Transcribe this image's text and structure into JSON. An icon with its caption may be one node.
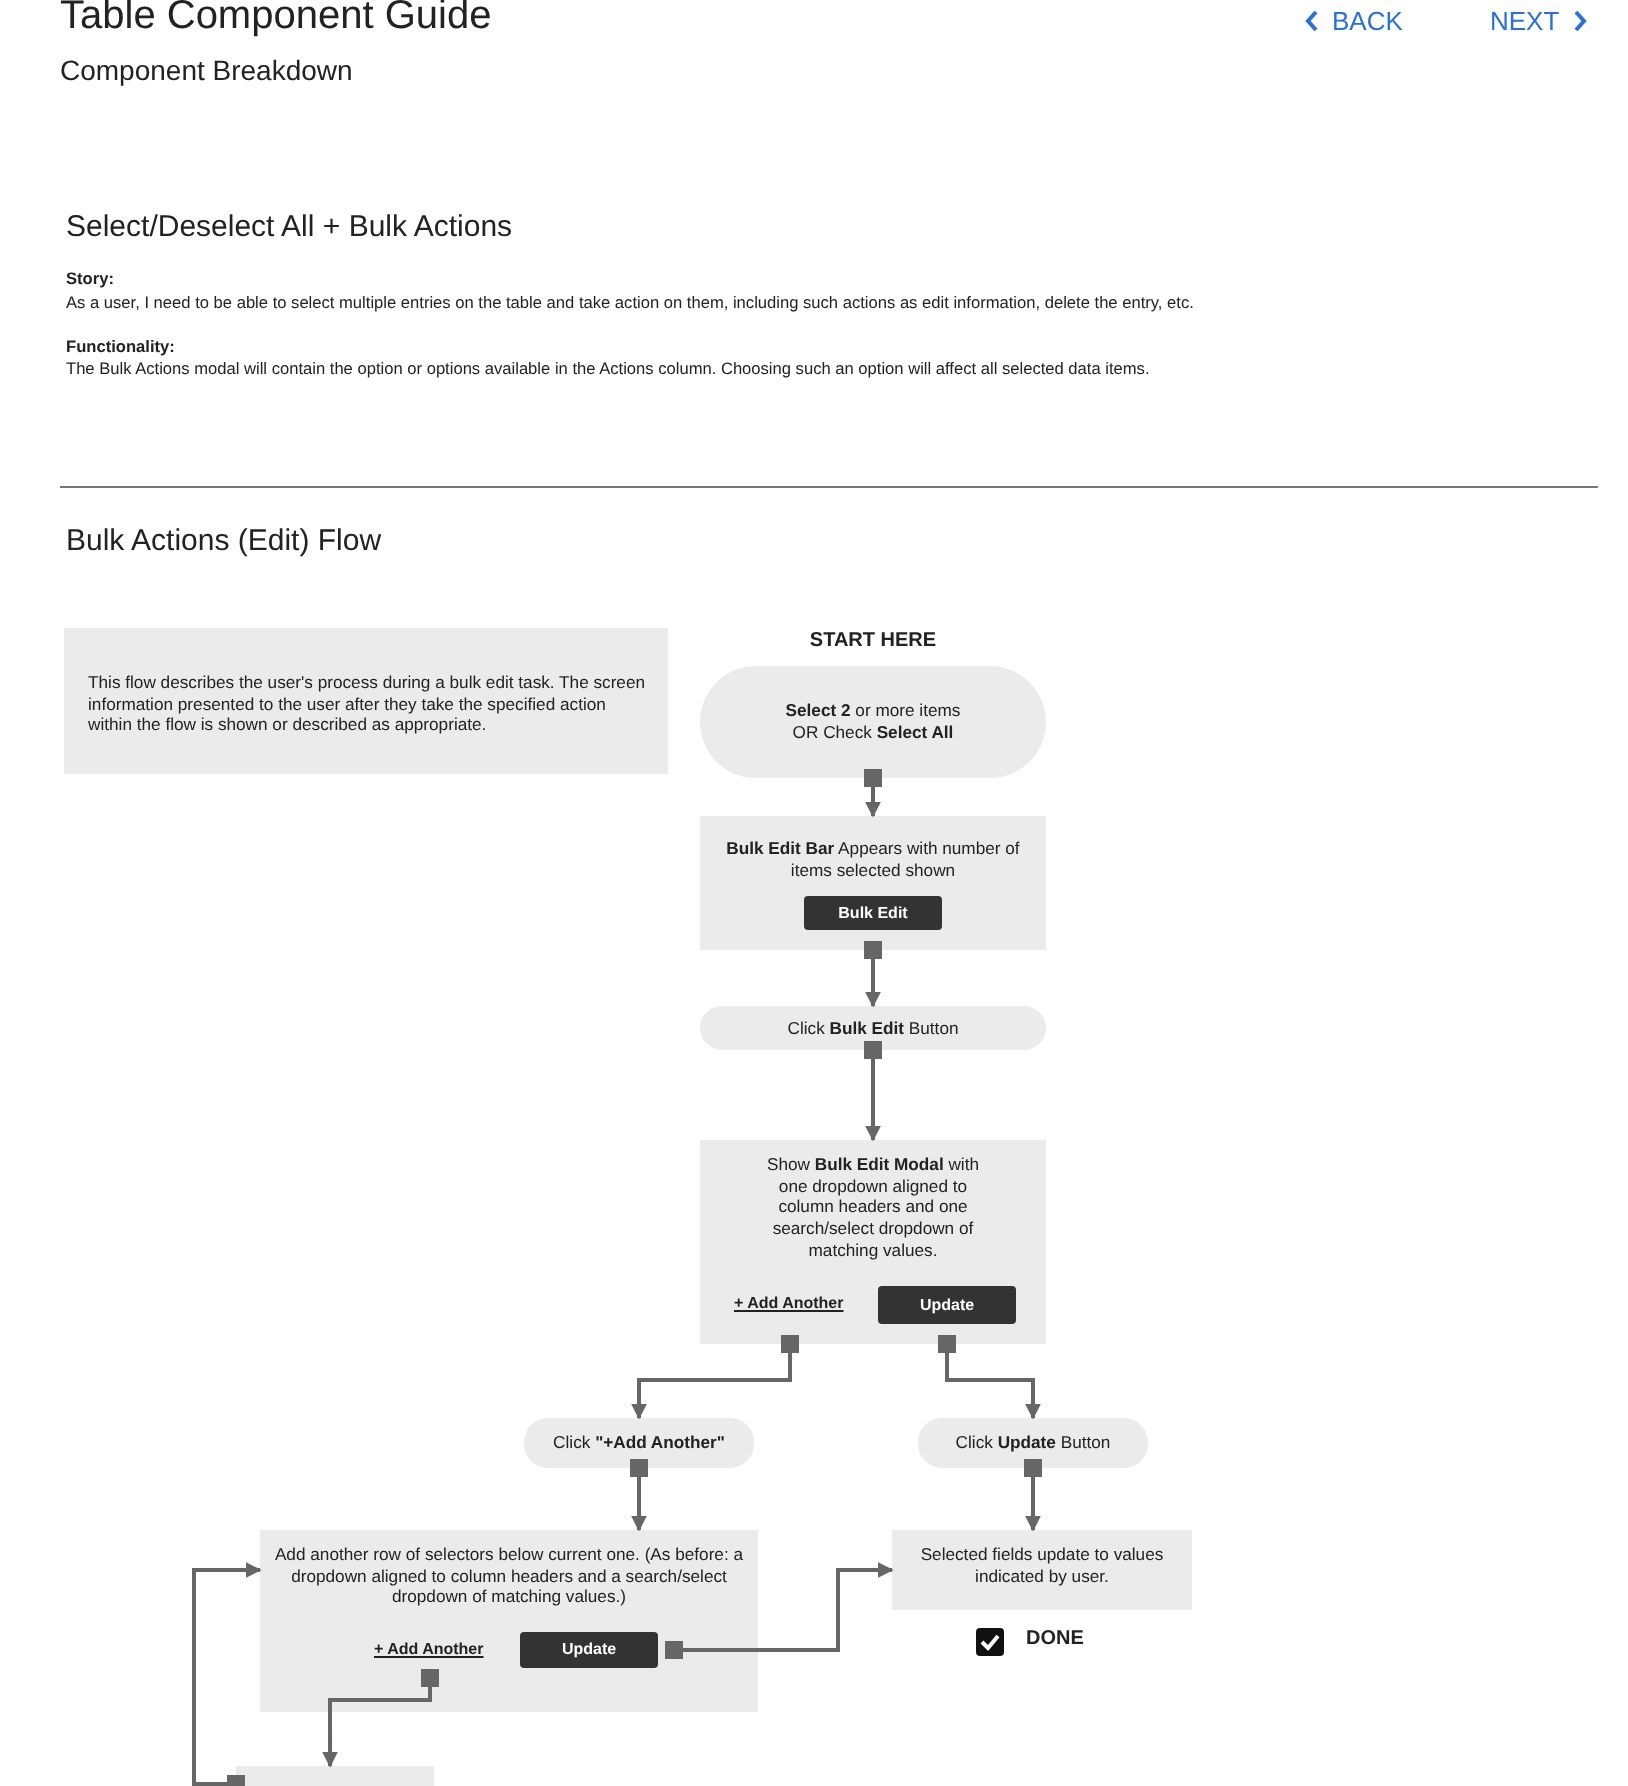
{
  "diagram": {
    "title": "Table Component Guide",
    "nodes": [
      {
        "text": [
          "This flow describes the user's process during a bulk edit task. The screen information presented to the user after they take the specified action within the flow is shown or described as appropriate."
        ]
      },
      {
        "text": [
          "START HERE",
          "**Select 2** or more items OR Check **Select All**"
        ]
      },
      {
        "text": [
          "**Bulk Edit Bar** Appears with number of items selected shown"
        ]
      },
      {
        "text": [
          "Bulk Edit"
        ],
        "in": 2
      },
      {
        "text": [
          "Click **Bulk Edit** Button"
        ]
      },
      {
        "text": [
          "Show **Bulk Edit Modal** with one dropdown aligned to column headers and one search/select dropdown of matching values."
        ]
      },
      {
        "text": [
          "+ Add Another"
        ],
        "in": 5
      },
      {
        "text": [
          "Update"
        ],
        "in": 5
      },
      {
        "text": [
          "Click **\"+Add Another\"**"
        ]
      },
      {
        "text": [
          "Click **Update** Button"
        ]
      },
      {
        "text": [
          "Add another row of selectors below current one. (As before: a dropdown aligned to column headers and a search/select dropdown of matching values.)"
        ]
      },
      {
        "text": [
          "+ Add Another"
        ],
        "in": 10
      },
      {
        "text": [
          "Update"
        ],
        "in": 10
      },
      {
        "text": [
          "Selected fields update to values indicated by user."
        ],
        "beside": [
          "DONE"
        ]
      },
      {
        "text": [],
        "shape": "box"
      }
    ],
    "edges": [
      {
        "from": 1,
        "to": 2,
        "arrow": "to"
      },
      {
        "from": 2,
        "to": 4,
        "arrow": "to"
      },
      {
        "from": 4,
        "to": 5,
        "arrow": "to"
      },
      {
        "from": 6,
        "to": 8,
        "arrow": "to"
      },
      {
        "from": 7,
        "to": 9,
        "arrow": "to"
      },
      {
        "from": 8,
        "to": 10,
        "arrow": "to"
      },
      {
        "from": 9,
        "to": 13,
        "arrow": "to"
      },
      {
        "from": 12,
        "to": 13,
        "arrow": "to"
      },
      {
        "from": 11,
        "to": 14,
        "arrow": "to"
      },
      {
        "from": 14,
        "to": 10,
        "arrow": "to"
      }
    ],
    "labels": [
      "Component Breakdown",
      "BACK",
      "NEXT",
      "Select/Deselect All + Bulk Actions",
      "Story:",
      "As a user, I need to be able to select multiple entries on the table and take action on them, including such actions as edit information, delete the entry, etc.",
      "Functionality:",
      "The Bulk Actions modal will contain the option or options available in the Actions column. Choosing such an option will affect all selected data items.",
      "Bulk Actions (Edit) Flow"
    ]
  }
}
